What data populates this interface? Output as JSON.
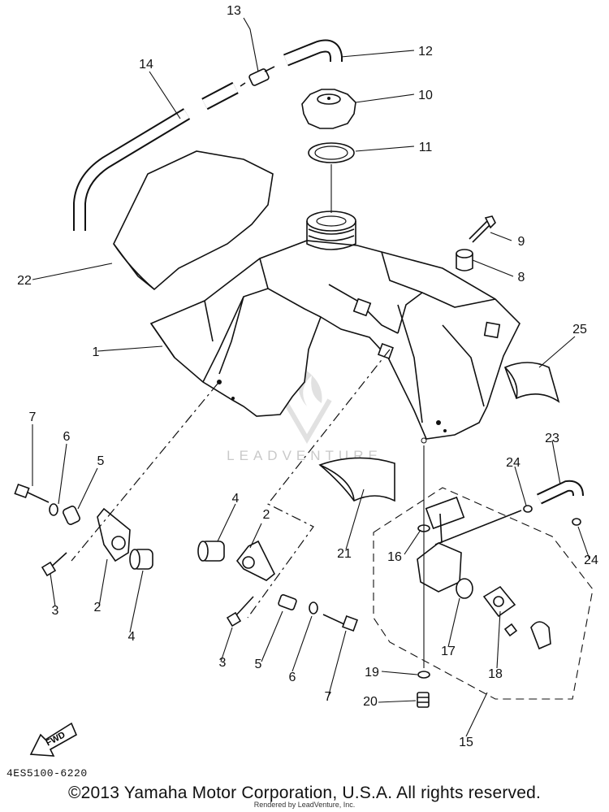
{
  "callouts": [
    {
      "id": "1",
      "text": "1"
    },
    {
      "id": "2a",
      "text": "2"
    },
    {
      "id": "2b",
      "text": "2"
    },
    {
      "id": "3a",
      "text": "3"
    },
    {
      "id": "3b",
      "text": "3"
    },
    {
      "id": "4a",
      "text": "4"
    },
    {
      "id": "4b",
      "text": "4"
    },
    {
      "id": "5a",
      "text": "5"
    },
    {
      "id": "5b",
      "text": "5"
    },
    {
      "id": "6a",
      "text": "6"
    },
    {
      "id": "6b",
      "text": "6"
    },
    {
      "id": "7a",
      "text": "7"
    },
    {
      "id": "7b",
      "text": "7"
    },
    {
      "id": "8",
      "text": "8"
    },
    {
      "id": "9",
      "text": "9"
    },
    {
      "id": "10",
      "text": "10"
    },
    {
      "id": "11",
      "text": "11"
    },
    {
      "id": "12",
      "text": "12"
    },
    {
      "id": "13",
      "text": "13"
    },
    {
      "id": "14",
      "text": "14"
    },
    {
      "id": "15",
      "text": "15"
    },
    {
      "id": "16",
      "text": "16"
    },
    {
      "id": "17",
      "text": "17"
    },
    {
      "id": "18",
      "text": "18"
    },
    {
      "id": "19",
      "text": "19"
    },
    {
      "id": "20",
      "text": "20"
    },
    {
      "id": "21",
      "text": "21"
    },
    {
      "id": "22",
      "text": "22"
    },
    {
      "id": "23",
      "text": "23"
    },
    {
      "id": "24a",
      "text": "24"
    },
    {
      "id": "24b",
      "text": "24"
    },
    {
      "id": "25",
      "text": "25"
    }
  ],
  "fwd_label": "FWD",
  "watermark": "LEADVENTURE",
  "part_code": "4ES5100-6220",
  "copyright": "©2013 Yamaha Motor Corporation, U.S.A. All rights reserved.",
  "rendered_by": "Rendered by LeadVenture, Inc."
}
